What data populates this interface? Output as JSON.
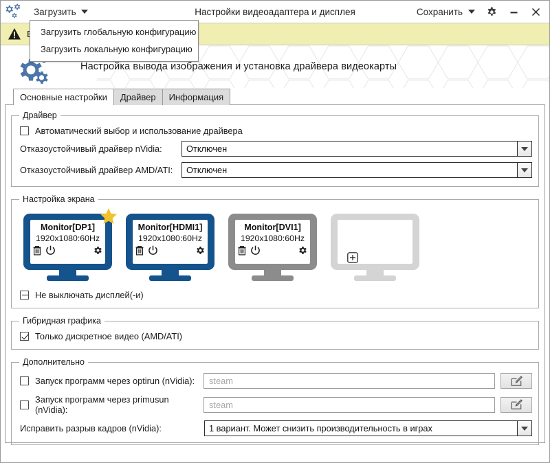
{
  "window": {
    "title": "Настройки видеоадаптера и дисплея",
    "app_icon": "gears-icon",
    "load_menu_label": "Загрузить",
    "save_menu_label": "Сохранить",
    "settings_icon": "gear-icon",
    "minimize_icon": "minimize-icon",
    "close_icon": "close-icon"
  },
  "dropdown": {
    "items": [
      {
        "label": "Загрузить глобальную конфигурацию"
      },
      {
        "label": "Загрузить локальную конфигурацию"
      }
    ]
  },
  "warning": {
    "icon": "warning-triangle-icon",
    "text": "В"
  },
  "banner": {
    "icon": "gears-icon",
    "title": "Настройка вывода изображения и установка драйвера видеокарты"
  },
  "tabs": [
    {
      "label": "Основные настройки",
      "active": true
    },
    {
      "label": "Драйвер",
      "active": false
    },
    {
      "label": "Информация",
      "active": false
    }
  ],
  "driver_group": {
    "legend": "Драйвер",
    "auto_checkbox": {
      "label": "Автоматический выбор и использование драйвера",
      "state": "unchecked"
    },
    "nvidia": {
      "label": "Отказоустойчивый драйвер nVidia:",
      "value": "Отключен"
    },
    "amd": {
      "label": "Отказоустойчивый драйвер AMD/ATI:",
      "value": "Отключен"
    }
  },
  "screen_group": {
    "legend": "Настройка экрана",
    "monitors": [
      {
        "name": "Monitor[DP1]",
        "resolution": "1920x1080:60Hz",
        "color": "#14538c",
        "primary": true,
        "enabled": true,
        "icons": [
          "trash-icon",
          "power-icon",
          "gear-icon"
        ]
      },
      {
        "name": "Monitor[HDMI1]",
        "resolution": "1920x1080:60Hz",
        "color": "#14538c",
        "primary": false,
        "enabled": true,
        "icons": [
          "trash-icon",
          "power-icon",
          "gear-icon"
        ]
      },
      {
        "name": "Monitor[DVI1]",
        "resolution": "1920x1080:60Hz",
        "color": "#8c8c8c",
        "primary": false,
        "enabled": false,
        "icons": [
          "trash-icon",
          "power-icon",
          "gear-icon"
        ]
      },
      {
        "name": "",
        "resolution": "",
        "color": "#d4d4d4",
        "primary": false,
        "enabled": false,
        "add_icon": "plus-in-box-icon",
        "icons": []
      }
    ],
    "no_blank_checkbox": {
      "label": "Не выключать дисплей(-и)",
      "state": "partial"
    }
  },
  "hybrid_group": {
    "legend": "Гибридная графика",
    "discrete_checkbox": {
      "label": "Только дискретное видео (AMD/ATI)",
      "state": "checked"
    }
  },
  "extra_group": {
    "legend": "Дополнительно",
    "optirun": {
      "label": "Запуск программ через optirun (nVidia):",
      "state": "unchecked",
      "placeholder": "steam",
      "edit_icon": "pencil-square-icon"
    },
    "primusrun": {
      "label": "Запуск программ через primusun (nVidia):",
      "state": "unchecked",
      "placeholder": "steam",
      "edit_icon": "pencil-square-icon"
    },
    "tearfix": {
      "label": "Исправить разрыв кадров (nVidia):",
      "value": "1 вариант. Может снизить производительность в играх"
    }
  },
  "colors": {
    "accent_blue": "#14538c",
    "star_yellow": "#f0c22b",
    "warning_bg": "#f0eeb0",
    "disabled_gray": "#8c8c8c"
  }
}
